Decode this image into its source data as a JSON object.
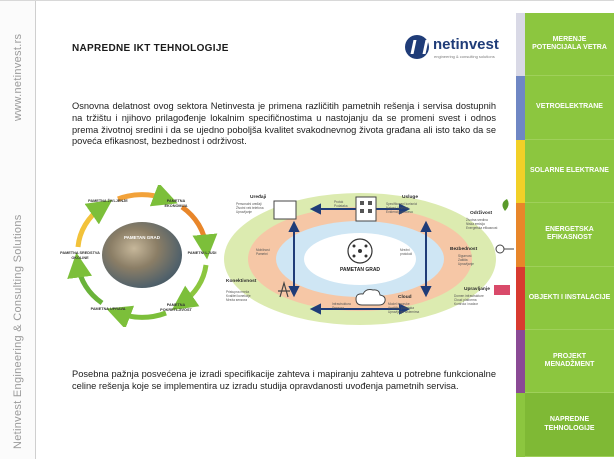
{
  "sidebar": {
    "url": "www.netinvest.rs",
    "company": "Netinvest Engineering & Consulting Solutions"
  },
  "header": {
    "title": "NAPREDNE IKT TEHNOLOGIJE",
    "logo_text": "netinvest",
    "logo_tagline": "engineering & consulting solutions"
  },
  "intro_text": "Osnovna delatnost ovog sektora Netinvesta je primena različitih pametnih rešenja i servisa dostupnih na tržištu i njihovo prilagođenje lokalnim specifičnostima u nastojanju da se promeni svest i odnos prema životnoj sredini i da se ujedno poboljša kvalitet svakodnevnog života građana ali isto tako da se poveća efikasnost, bezbednost i održivost.",
  "outro_text": "Posebna pažnja posvećena je izradi specifikacije zahteva i mapiranju zahteva u potrebne funkcionalne celine rešenja koje se implementira uz izradu studija opravdanosti uvođenja pametnih servisa.",
  "cycle": {
    "center": "PAMETAN GRAD",
    "labels": [
      "PAMETNA ŽIVLJENJE",
      "PAMETNA EKONOMIJA",
      "PAMETNI LJUDI",
      "PAMETNA POKRETLJIVOST",
      "PAMETNA UPRAVA",
      "PAMETNA SREDSTVA OKOLINE"
    ]
  },
  "city": {
    "center": "PAMETAN GRAD",
    "nodes": [
      {
        "title": "Uređaji",
        "sub": "Personalni uređaji\nŽivotni vek telefona\nUpravljanje"
      },
      {
        "title": "Usluge",
        "sub": "Specifikovani korisnici\nNabavi i izvršne\nEvidencija procesa"
      },
      {
        "title": "Održivost",
        "sub": "Životna sredina\nNiska emisija\nEnergetska efikasnost"
      },
      {
        "title": "Bezbednost",
        "sub": "Sigurnost\nZaštita\nUpravljanje"
      },
      {
        "title": "Upravljanje",
        "sub": "Domen infrastrukture\nCloud platforma\nKontrola i nadzor"
      },
      {
        "title": "Cloud",
        "sub": "Model isporuke\nAnalitika podataka\nUpravljanje sistemima"
      },
      {
        "title": "Konektivnost",
        "sub": "Pristupna mreža\nKvalitet konekcije\nMreža senzora"
      }
    ],
    "inner": [
      "Protok\nPodataka",
      "Mobilnost\nPametni",
      "Infrastruktura\nSenzora",
      "Mrežni\nprotokoli"
    ]
  },
  "nav": {
    "items": [
      {
        "label": "MERENJE POTENCIJALA VETRA",
        "stripe": "#d9d9e6"
      },
      {
        "label": "VETROELEKTRANE",
        "stripe": "#6f87c4"
      },
      {
        "label": "SOLARNE ELEKTRANE",
        "stripe": "#f2d027"
      },
      {
        "label": "ENERGETSKA EFIKASNOST",
        "stripe": "#e8862a"
      },
      {
        "label": "OBJEKTI I INSTALACIJE",
        "stripe": "#d83a30"
      },
      {
        "label": "PROJEKT MENADŽMENT",
        "stripe": "#8a4a95"
      },
      {
        "label": "NAPREDNE TEHNOLOGIJE",
        "stripe": "#8cc63f"
      }
    ]
  },
  "colors": {
    "accent_green": "#8cc63f",
    "brand_blue": "#1f3c78"
  }
}
